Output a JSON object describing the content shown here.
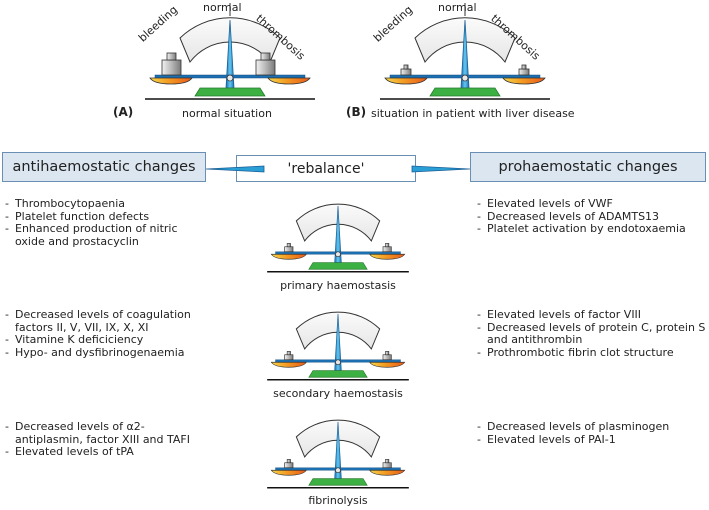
{
  "top_panels": [
    {
      "letter": "(A)",
      "caption": "normal situation",
      "left_word": "bleeding",
      "center_word": "normal",
      "right_word": "thrombosis"
    },
    {
      "letter": "(B)",
      "caption": "situation in patient with liver disease",
      "left_word": "bleeding",
      "center_word": "normal",
      "right_word": "thrombosis"
    }
  ],
  "headers": {
    "anti": "antihaemostatic changes",
    "rebalance": "'rebalance'",
    "pro": "prohaemostatic changes"
  },
  "sections": [
    {
      "caption": "primary haemostasis",
      "anti": [
        "Thrombocytopaenia",
        "Platelet function defects",
        "Enhanced production of nitric oxide and prostacyclin"
      ],
      "pro": [
        "Elevated levels of VWF",
        "Decreased levels of ADAMTS13",
        "Platelet activation by endotoxaemia"
      ]
    },
    {
      "caption": "secondary haemostasis",
      "anti": [
        "Decreased levels of coagulation factors II, V, VII, IX, X, XI",
        "Vitamine K deficiciency",
        "Hypo- and dysfibrinogenaemia"
      ],
      "pro": [
        "Elevated levels of factor VIII",
        "Decreased levels of protein C, protein S and antithrombin",
        "Prothrombotic fibrin clot structure"
      ]
    },
    {
      "caption": "fibrinolysis",
      "anti": [
        "Decreased levels of α2-antiplasmin, factor XIII and TAFI",
        "Elevated levels of tPA"
      ],
      "pro": [
        "Decreased levels of plasminogen",
        "Elevated levels of PAI-1"
      ]
    }
  ],
  "colors": {
    "header_fill": "#dce6f1",
    "header_border": "#6a8fb5",
    "base_green": "#3cb043",
    "needle_blue": "#2a9fd6",
    "pan_orange": "#f08a1e"
  }
}
